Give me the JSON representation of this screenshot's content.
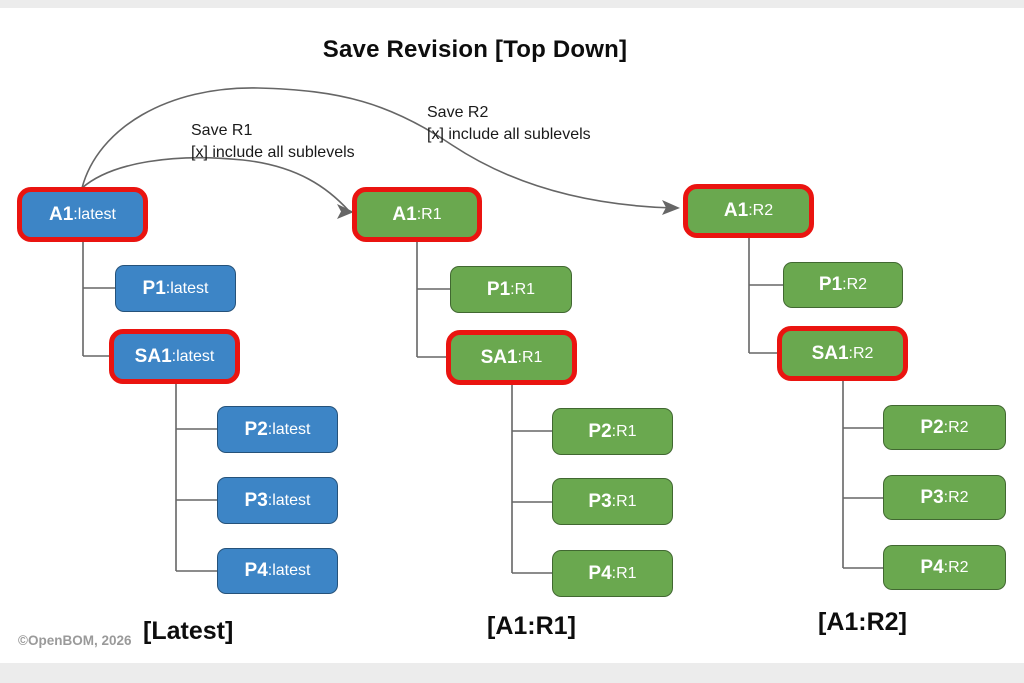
{
  "title": "Save Revision [Top Down]",
  "watermark": "©OpenBOM, 2026",
  "save_actions": [
    {
      "line1": "Save R1",
      "line2": "[x] include all sublevels"
    },
    {
      "line1": "Save R2",
      "line2": "[x] include all sublevels"
    }
  ],
  "trees": [
    {
      "caption": "[Latest]",
      "box_color": "#3d85c6",
      "nodes": [
        {
          "name": "A1",
          "rev": ":latest",
          "highlighted": true
        },
        {
          "name": "P1",
          "rev": ":latest",
          "highlighted": false
        },
        {
          "name": "SA1",
          "rev": ":latest",
          "highlighted": true
        },
        {
          "name": "P2",
          "rev": ":latest",
          "highlighted": false
        },
        {
          "name": "P3",
          "rev": ":latest",
          "highlighted": false
        },
        {
          "name": "P4",
          "rev": ":latest",
          "highlighted": false
        }
      ]
    },
    {
      "caption": "[A1:R1]",
      "box_color": "#6aa84f",
      "nodes": [
        {
          "name": "A1",
          "rev": ":R1",
          "highlighted": true
        },
        {
          "name": "P1",
          "rev": ":R1",
          "highlighted": false
        },
        {
          "name": "SA1",
          "rev": ":R1",
          "highlighted": true
        },
        {
          "name": "P2",
          "rev": ":R1",
          "highlighted": false
        },
        {
          "name": "P3",
          "rev": ":R1",
          "highlighted": false
        },
        {
          "name": "P4",
          "rev": ":R1",
          "highlighted": false
        }
      ]
    },
    {
      "caption": "[A1:R2]",
      "box_color": "#6aa84f",
      "nodes": [
        {
          "name": "A1",
          "rev": ":R2",
          "highlighted": true
        },
        {
          "name": "P1",
          "rev": ":R2",
          "highlighted": false
        },
        {
          "name": "SA1",
          "rev": ":R2",
          "highlighted": true
        },
        {
          "name": "P2",
          "rev": ":R2",
          "highlighted": false
        },
        {
          "name": "P3",
          "rev": ":R2",
          "highlighted": false
        },
        {
          "name": "P4",
          "rev": ":R2",
          "highlighted": false
        }
      ]
    }
  ],
  "colors": {
    "blue_box": "#3d85c6",
    "green_box": "#6aa84f",
    "highlight_border": "#ea1410",
    "connector": "#666666"
  }
}
